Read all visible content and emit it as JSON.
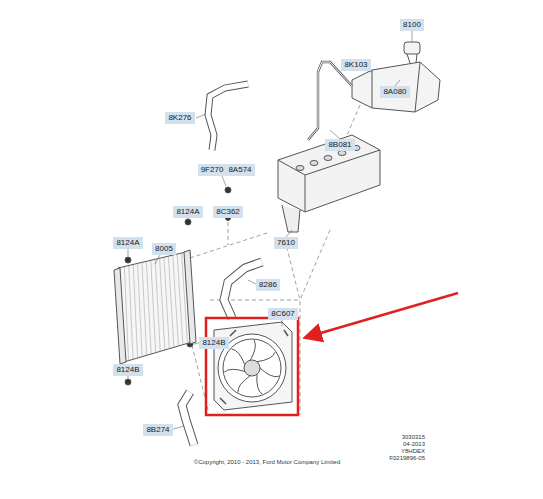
{
  "diagram": {
    "labels": [
      "8100",
      "8K103",
      "8A080",
      "8K276",
      "8B081",
      "9F270",
      "8A574",
      "8C362",
      "8124A",
      "8124A",
      "8005",
      "7610",
      "8286",
      "8C607",
      "8124B",
      "8124B",
      "8B274",
      "3030315",
      "04-2013",
      "Y8HDEX",
      "F0219896-05",
      "©Copyright, 2010 - 2013, Ford Motor Company Limited"
    ]
  }
}
